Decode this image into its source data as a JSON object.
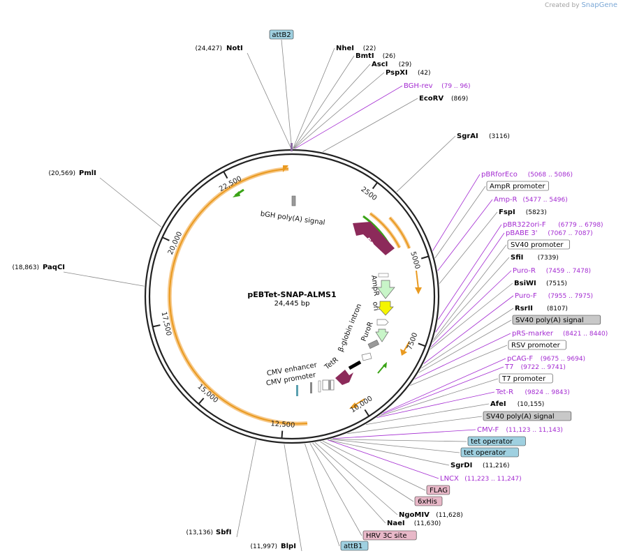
{
  "credit": {
    "prefix": "Created by",
    "brand": "SnapGene"
  },
  "plasmid": {
    "name": "pEBTet-SNAP-ALMS1",
    "length": "24,445 bp"
  },
  "ring_ticks": [
    "2500",
    "5000",
    "7500",
    "10,000",
    "12,500",
    "15,000",
    "17,500",
    "20,000",
    "22,500"
  ],
  "left_labels": [
    {
      "name": "NotI",
      "pos": "(24,427)"
    },
    {
      "name": "PmlI",
      "pos": "(20,569)"
    },
    {
      "name": "PaqCI",
      "pos": "(18,863)"
    },
    {
      "name": "SbfI",
      "pos": "(13,136)"
    },
    {
      "name": "BlpI",
      "pos": "(11,997)"
    }
  ],
  "top_box": "attB2",
  "right_labels": [
    {
      "name": "NheI",
      "pos": "(22)",
      "kind": "enzyme"
    },
    {
      "name": "BmtI",
      "pos": "(26)",
      "kind": "enzyme"
    },
    {
      "name": "AscI",
      "pos": "(29)",
      "kind": "enzyme"
    },
    {
      "name": "PspXI",
      "pos": "(42)",
      "kind": "enzyme"
    },
    {
      "name": "BGH-rev",
      "pos": "(79 .. 96)",
      "kind": "primer"
    },
    {
      "name": "EcoRV",
      "pos": "(869)",
      "kind": "enzyme"
    },
    {
      "name": "SgrAI",
      "pos": "(3116)",
      "kind": "enzyme"
    },
    {
      "name": "pBRforEco",
      "pos": "(5068 .. 5086)",
      "kind": "primer"
    },
    {
      "name": "AmpR promoter",
      "pos": "",
      "kind": "box-white"
    },
    {
      "name": "Amp-R",
      "pos": "(5477 .. 5496)",
      "kind": "primer"
    },
    {
      "name": "FspI",
      "pos": "(5823)",
      "kind": "enzyme"
    },
    {
      "name": "pBR322ori-F",
      "pos": "(6779 .. 6798)",
      "kind": "primer"
    },
    {
      "name": "pBABE 3'",
      "pos": "(7067 .. 7087)",
      "kind": "primer"
    },
    {
      "name": "SV40 promoter",
      "pos": "",
      "kind": "box-white"
    },
    {
      "name": "SfiI",
      "pos": "(7339)",
      "kind": "enzyme"
    },
    {
      "name": "Puro-R",
      "pos": "(7459 .. 7478)",
      "kind": "primer"
    },
    {
      "name": "BsiWI",
      "pos": "(7515)",
      "kind": "enzyme"
    },
    {
      "name": "Puro-F",
      "pos": "(7955 .. 7975)",
      "kind": "primer"
    },
    {
      "name": "RsrII",
      "pos": "(8107)",
      "kind": "enzyme"
    },
    {
      "name": "SV40 poly(A) signal",
      "pos": "",
      "kind": "box-gray"
    },
    {
      "name": "pRS-marker",
      "pos": "(8421 .. 8440)",
      "kind": "primer"
    },
    {
      "name": "RSV promoter",
      "pos": "",
      "kind": "box-white"
    },
    {
      "name": "pCAG-F",
      "pos": "(9675 .. 9694)",
      "kind": "primer"
    },
    {
      "name": "T7",
      "pos": "(9722 .. 9741)",
      "kind": "primer"
    },
    {
      "name": "T7 promoter",
      "pos": "",
      "kind": "box-white"
    },
    {
      "name": "Tet-R",
      "pos": "(9824 .. 9843)",
      "kind": "primer"
    },
    {
      "name": "AfeI",
      "pos": "(10,155)",
      "kind": "enzyme"
    },
    {
      "name": "SV40 poly(A) signal",
      "pos": "",
      "kind": "box-gray"
    },
    {
      "name": "CMV-F",
      "pos": "(11,123 .. 11,143)",
      "kind": "primer"
    },
    {
      "name": "tet operator",
      "pos": "",
      "kind": "box-blue"
    },
    {
      "name": "tet operator",
      "pos": "",
      "kind": "box-blue"
    },
    {
      "name": "SgrDI",
      "pos": "(11,216)",
      "kind": "enzyme"
    },
    {
      "name": "LNCX",
      "pos": "(11,223 .. 11,247)",
      "kind": "primer"
    },
    {
      "name": "FLAG",
      "pos": "",
      "kind": "box-pink"
    },
    {
      "name": "6xHis",
      "pos": "",
      "kind": "box-pink"
    },
    {
      "name": "NgoMIV",
      "pos": "(11,628)",
      "kind": "enzyme"
    },
    {
      "name": "NaeI",
      "pos": "(11,630)",
      "kind": "enzyme"
    },
    {
      "name": "HRV 3C site",
      "pos": "",
      "kind": "box-pink"
    },
    {
      "name": "attB1",
      "pos": "",
      "kind": "box-blue"
    }
  ],
  "inner_features": {
    "bgh": "bGH poly(A) signal",
    "ebna1": "EBNA1",
    "ampr": "AmpR",
    "ori": "ori",
    "bglobin": "β-globin intron",
    "puror": "PuroR",
    "tetr": "TetR",
    "cmv_enh": "CMV enhancer",
    "cmv_prom": "CMV promoter"
  },
  "colors": {
    "backbone": "#222222",
    "primer": "#a32ad1",
    "orange_arc": "#f0a030",
    "green_arrow": "#3aa316",
    "ebna_fill": "#8c2a5a",
    "ampr_fill": "#c8f5c8",
    "ori_fill": "#f5f500",
    "box_blue": "#9fd0e0",
    "box_pink": "#e8b8c8",
    "box_gray": "#c8c8c8"
  }
}
